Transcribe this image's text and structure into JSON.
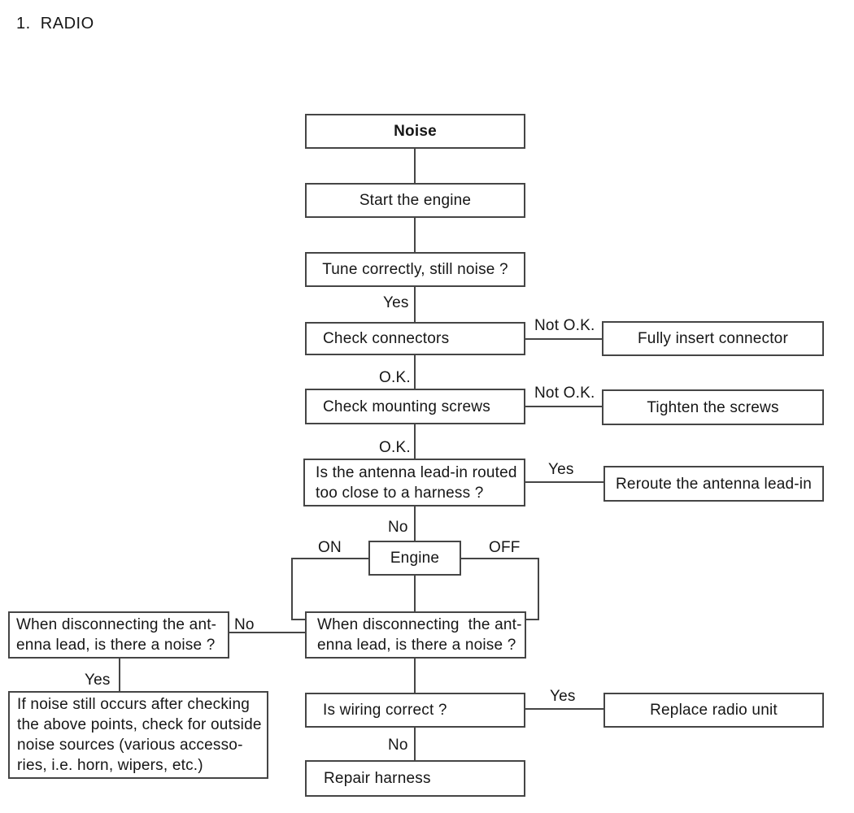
{
  "title": "1.  RADIO",
  "colors": {
    "line": "#454545",
    "text": "#161616",
    "background": "#ffffff"
  },
  "flowchart": {
    "boxes": {
      "noise": {
        "label": "Noise"
      },
      "start_engine": {
        "label": "Start the engine"
      },
      "tune": {
        "label": "Tune correctly, still noise ?"
      },
      "check_connectors": {
        "label": "Check connectors"
      },
      "fully_insert_connector": {
        "label": "Fully insert connector"
      },
      "check_mounting_screws": {
        "label": "Check mounting screws"
      },
      "tighten_screws": {
        "label": "Tighten the screws"
      },
      "antenna_lead_in": {
        "line1": "Is the antenna lead-in routed",
        "line2": "too close to a harness ?"
      },
      "reroute_antenna": {
        "label": "Reroute the antenna lead-in"
      },
      "engine": {
        "label": "Engine"
      },
      "disconnect_antenna_center": {
        "line1": "When disconnecting  the ant-",
        "line2": "enna lead, is there a noise ?"
      },
      "disconnect_antenna_left": {
        "line1": "When disconnecting the ant-",
        "line2": "enna lead, is there a noise ?"
      },
      "outside_noise_sources": {
        "line1": "If noise still occurs after checking",
        "line2": "the above points, check for outside",
        "line3": "noise sources (various accesso-",
        "line4": "ries, i.e. horn, wipers, etc.)"
      },
      "is_wiring_correct": {
        "label": "Is wiring correct ?"
      },
      "replace_radio_unit": {
        "label": "Replace radio unit"
      },
      "repair_harness": {
        "label": "Repair harness"
      }
    },
    "edge_labels": {
      "tune_yes": "Yes",
      "connectors_not_ok": "Not O.K.",
      "connectors_ok": "O.K.",
      "screws_not_ok": "Not O.K.",
      "screws_ok": "O.K.",
      "antenna_yes": "Yes",
      "antenna_no": "No",
      "engine_on": "ON",
      "engine_off": "OFF",
      "disconnect_no": "No",
      "disconnect_left_yes": "Yes",
      "wiring_yes": "Yes",
      "wiring_no": "No"
    }
  }
}
